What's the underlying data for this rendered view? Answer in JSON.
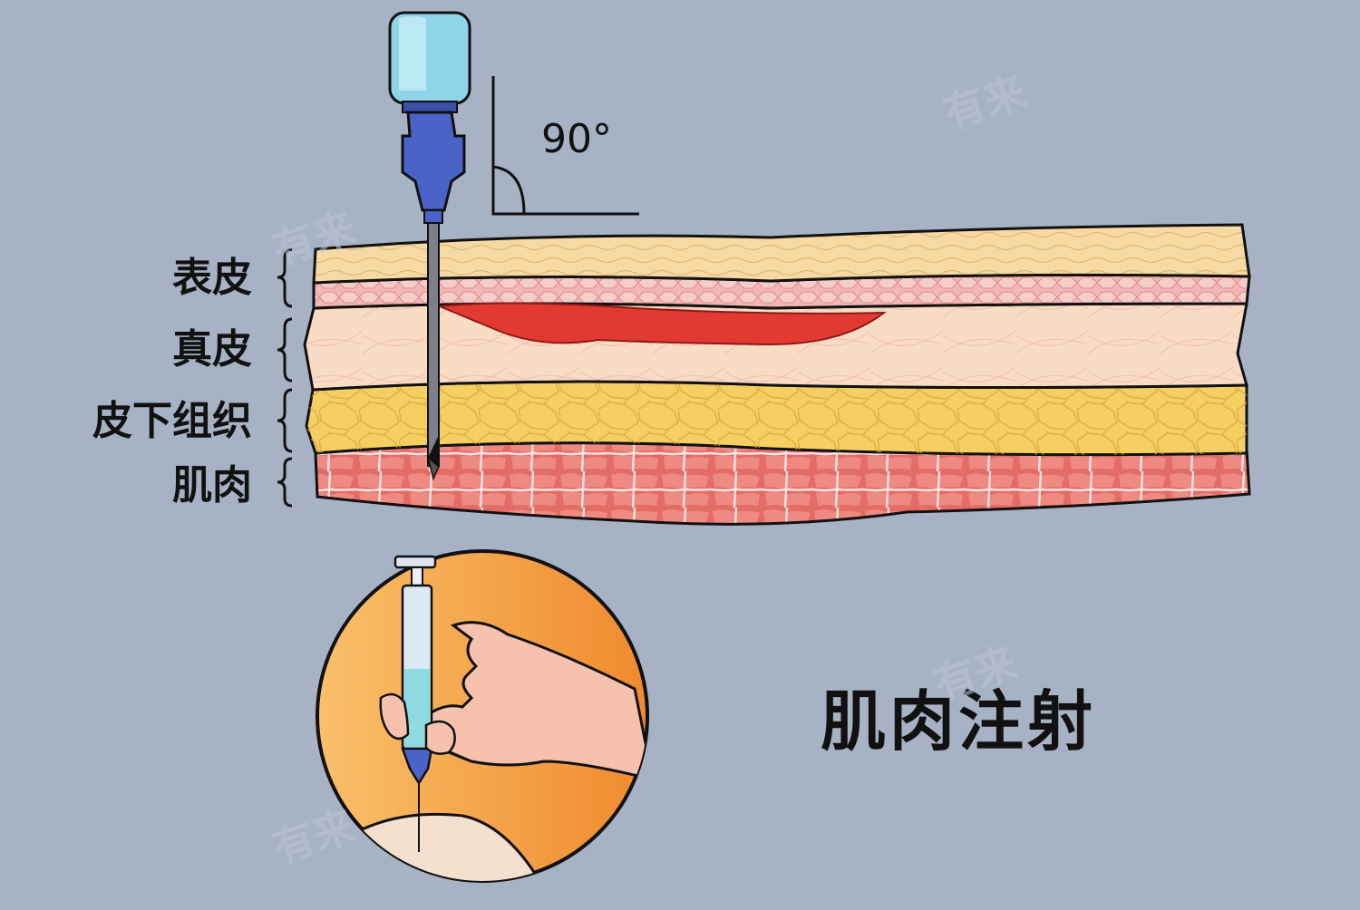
{
  "layers": [
    {
      "id": "epidermis",
      "label": "表皮"
    },
    {
      "id": "dermis",
      "label": "真皮"
    },
    {
      "id": "subcutaneous",
      "label": "皮下组织"
    },
    {
      "id": "muscle",
      "label": "肌肉"
    }
  ],
  "angle_label": "90°",
  "caption": "肌肉注射",
  "watermark": "有来",
  "colors": {
    "background": "#a7b2c4",
    "epidermis_top": "#f6d9a3",
    "epidermis_pink": "#f0b1ae",
    "dermis": "#f9dcc2",
    "fat": "#f6cf63",
    "muscle": "#e06c64",
    "blood": "#e23a32",
    "needle_hub": "#4a63c9",
    "vial": "#8fd4e8",
    "skin_circle": "#f6b35e"
  }
}
